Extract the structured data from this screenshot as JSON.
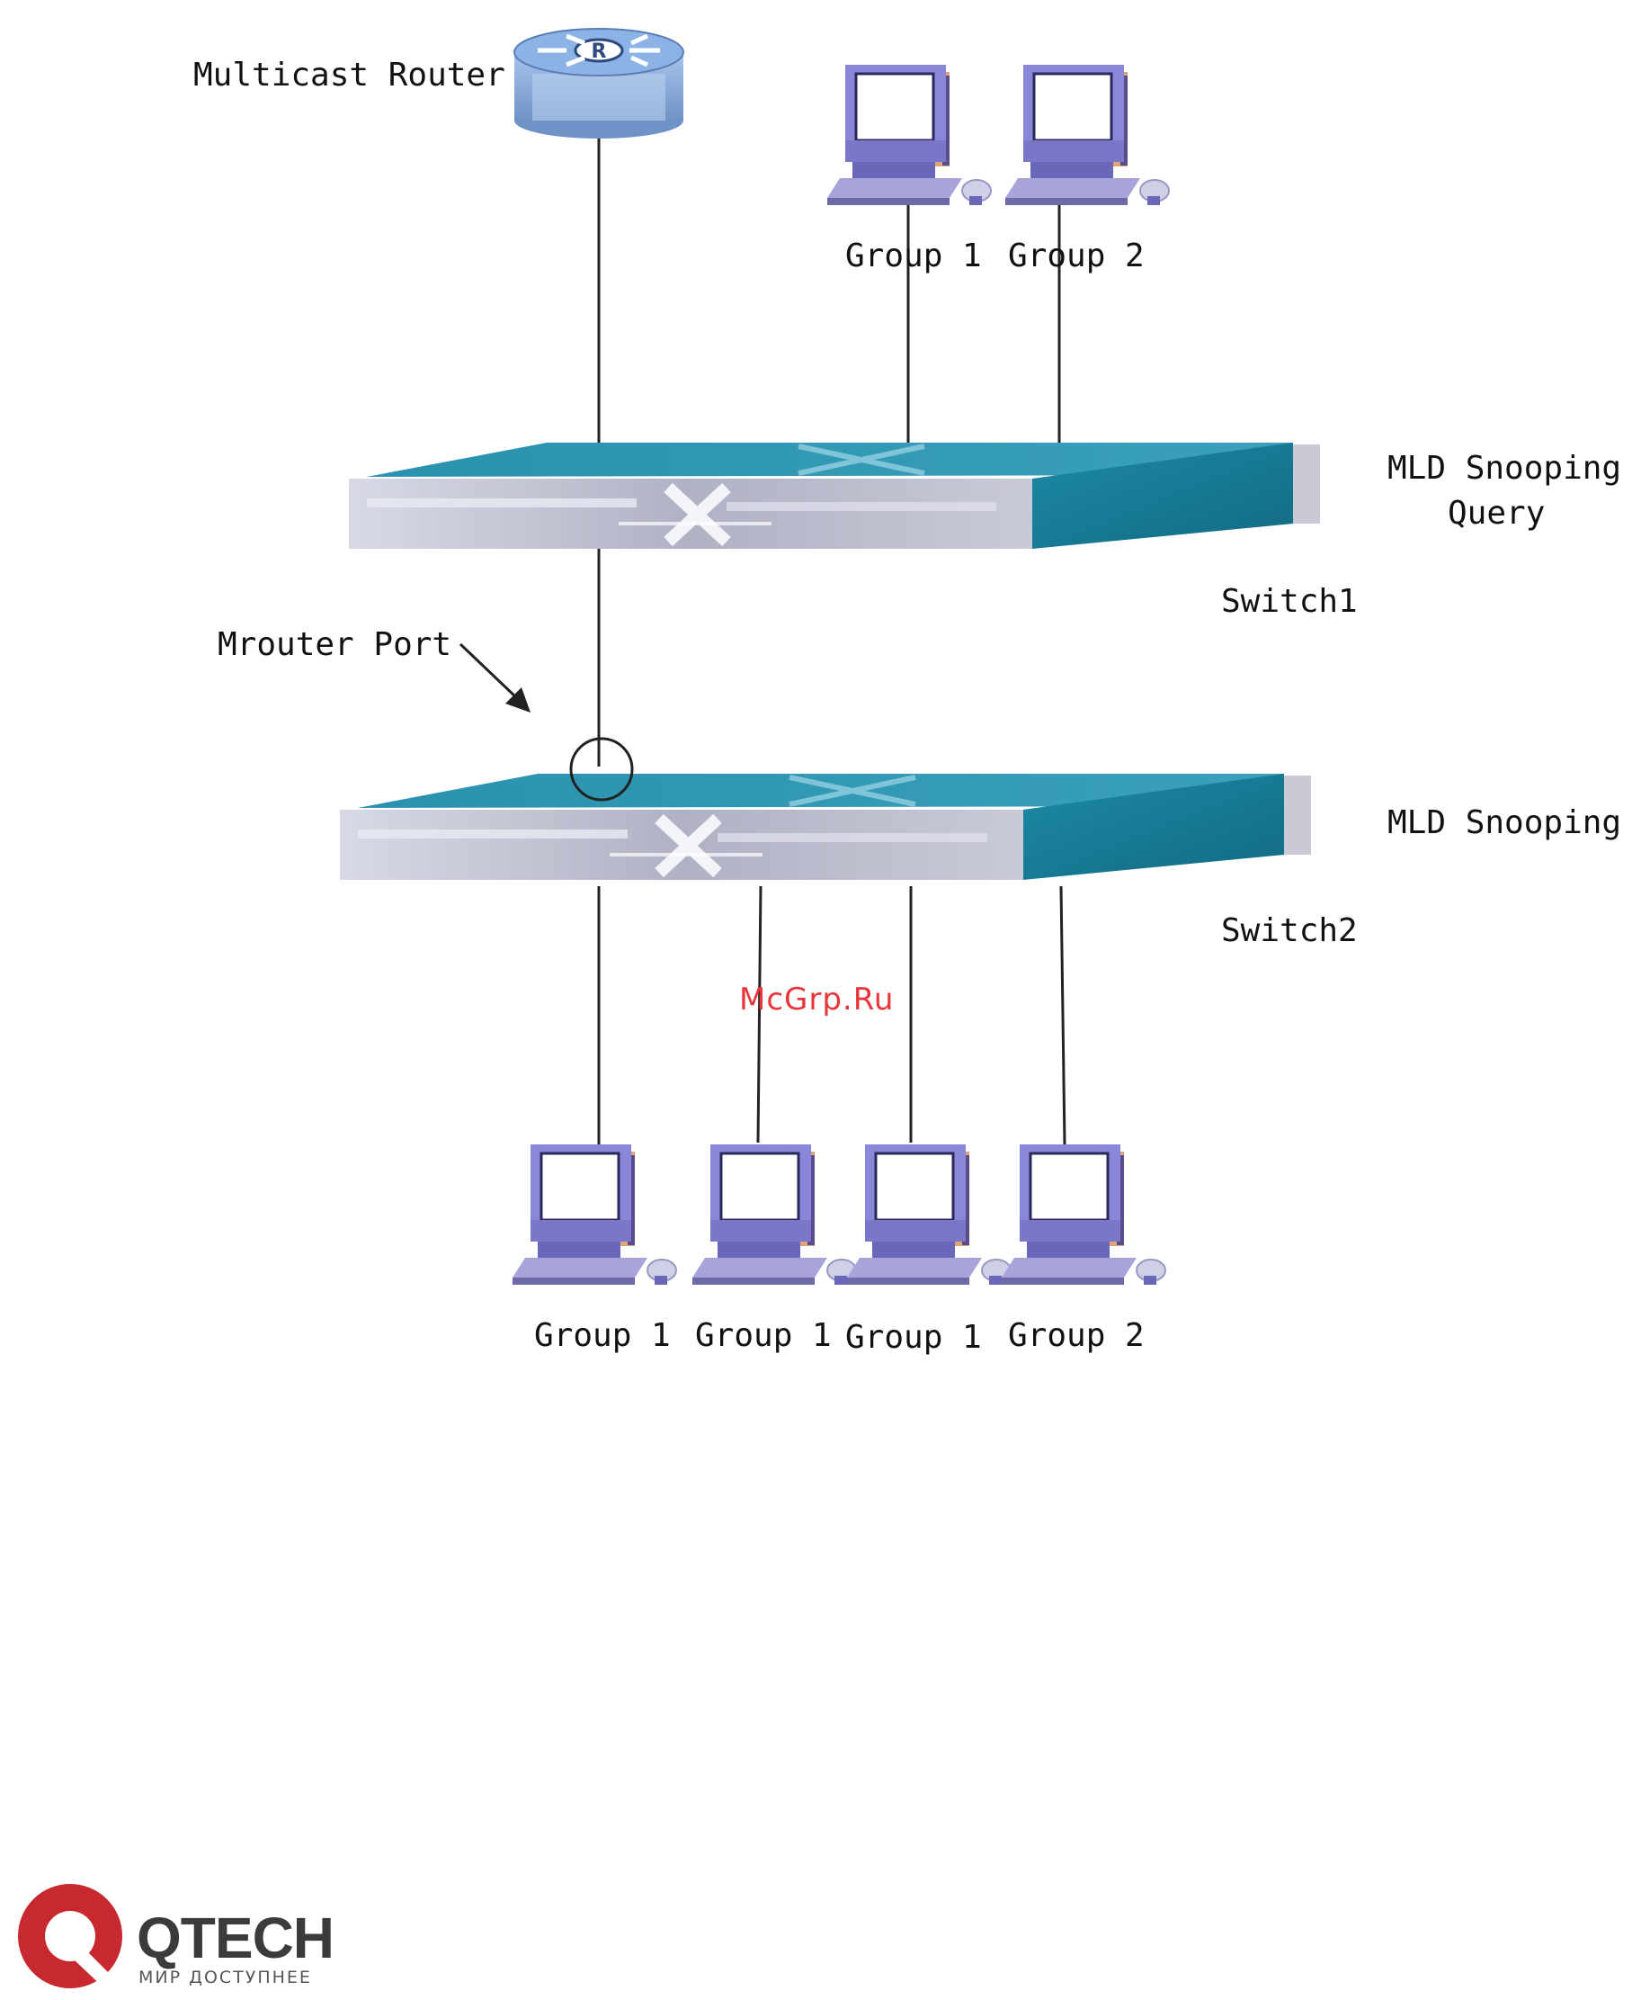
{
  "labels": {
    "router": "Multicast Router",
    "router_badge": "R",
    "top_pc_1": "Group 1",
    "top_pc_2": "Group 2",
    "switch1_role_line1": "MLD Snooping",
    "switch1_role_line2": "Query",
    "switch1_name": "Switch1",
    "mrouter_port": "Mrouter Port",
    "switch2_role": "MLD Snooping",
    "switch2_name": "Switch2",
    "bottom_pc_1": "Group 1",
    "bottom_pc_2": "Group 1",
    "bottom_pc_3": "Group 1",
    "bottom_pc_4": "Group 2"
  },
  "watermark": "McGrp.Ru",
  "logo": {
    "brand": "QTECH",
    "tagline": "МИР ДОСТУПНЕЕ"
  },
  "colors": {
    "switch_teal": "#1a7f9a",
    "switch_gray": "#b7b9c8",
    "pc_purple": "#8a86d8",
    "router_blue": "#7fa6d8",
    "logo_red": "#c8282f"
  }
}
